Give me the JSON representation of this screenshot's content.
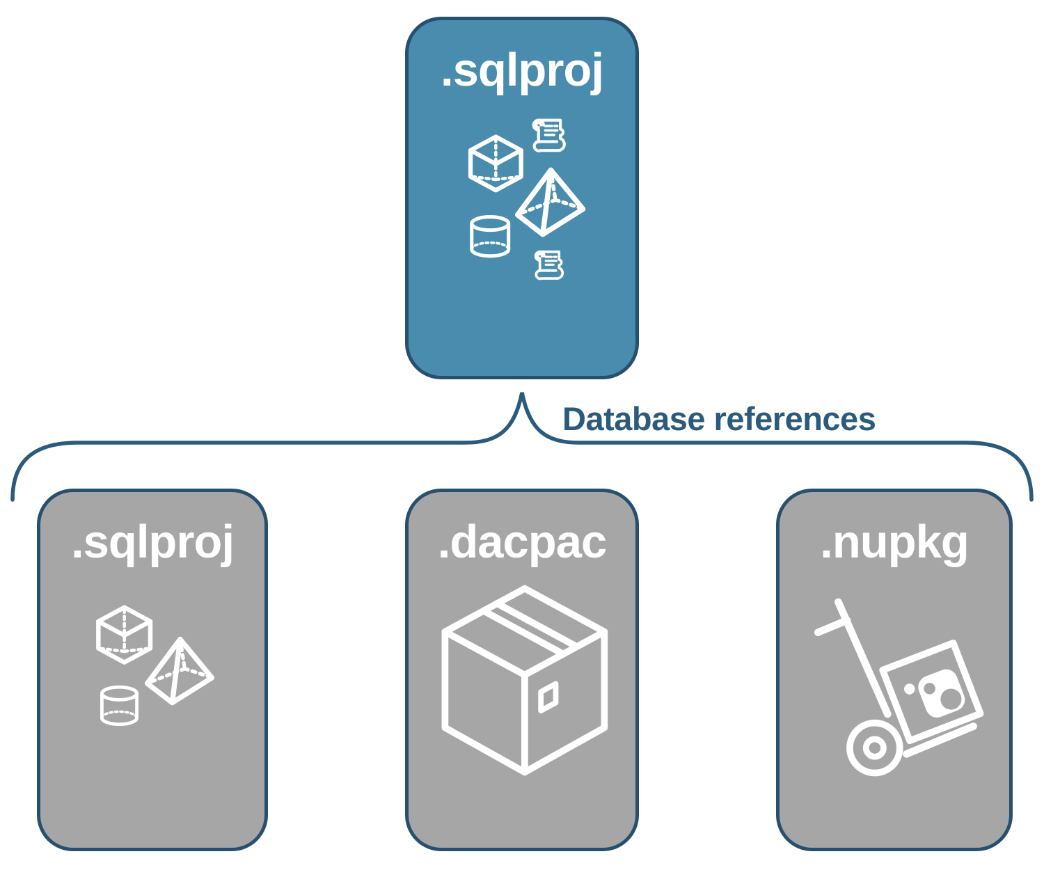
{
  "page": {
    "background": "#FFFFFF"
  },
  "diagram": {
    "root_card": {
      "label": ".sqlproj",
      "fill_color": "#4A8CAD",
      "icons": [
        "scroll-icon",
        "cube-icon",
        "pyramid-icon",
        "cylinder-icon",
        "scroll-icon"
      ]
    },
    "connector": {
      "label": "Database references",
      "color": "#2A5A7C"
    },
    "child_cards": [
      {
        "label": ".sqlproj",
        "fill_color": "#A6A6A6",
        "icons": [
          "cube-icon",
          "pyramid-icon",
          "cylinder-icon"
        ]
      },
      {
        "label": ".dacpac",
        "fill_color": "#A6A6A6",
        "icons": [
          "package-box-icon"
        ]
      },
      {
        "label": ".nupkg",
        "fill_color": "#A6A6A6",
        "icons": [
          "nuget-hand-truck-icon"
        ]
      }
    ],
    "colors": {
      "card_border": "#27506F",
      "icon_stroke": "#FFFFFF",
      "title_text": "#FFFFFF"
    }
  }
}
